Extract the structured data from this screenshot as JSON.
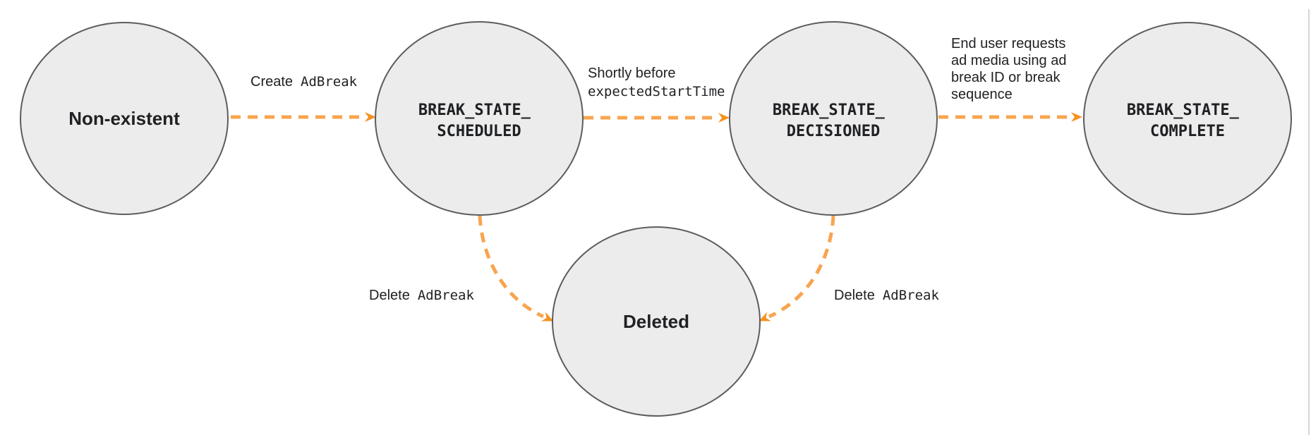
{
  "diagram_type": "state-transition-diagram",
  "states": {
    "non_existent": {
      "label": "Non-existent"
    },
    "scheduled": {
      "label_line1": "BREAK_STATE_",
      "label_line2": "SCHEDULED"
    },
    "decisioned": {
      "label_line1": "BREAK_STATE_",
      "label_line2": "DECISIONED"
    },
    "complete": {
      "label_line1": "BREAK_STATE_",
      "label_line2": "COMPLETE"
    },
    "deleted": {
      "label": "Deleted"
    }
  },
  "transitions": {
    "create": {
      "from": "Non-existent",
      "to": "BREAK_STATE_SCHEDULED",
      "label_plain": "Create",
      "label_code": "AdBreak"
    },
    "scheduled_to_decisioned": {
      "from": "BREAK_STATE_SCHEDULED",
      "to": "BREAK_STATE_DECISIONED",
      "label_plain": "Shortly before",
      "label_code": "expectedStartTime"
    },
    "decisioned_to_complete": {
      "from": "BREAK_STATE_DECISIONED",
      "to": "BREAK_STATE_COMPLETE",
      "label_lines": [
        "End user requests",
        "ad media using ad",
        "break ID or break",
        "sequence"
      ]
    },
    "scheduled_to_deleted": {
      "from": "BREAK_STATE_SCHEDULED",
      "to": "Deleted",
      "label_plain": "Delete",
      "label_code": "AdBreak"
    },
    "decisioned_to_deleted": {
      "from": "BREAK_STATE_DECISIONED",
      "to": "Deleted",
      "label_plain": "Delete",
      "label_code": "AdBreak"
    }
  },
  "colors": {
    "node_fill": "#ECECEC",
    "node_stroke": "#5A5D60",
    "dash_orange": "#F8A44E",
    "arrowhead_orange": "#F6911E",
    "text_color": "#202124",
    "divider": "#D6D6D6",
    "background": "#FFFFFF"
  }
}
